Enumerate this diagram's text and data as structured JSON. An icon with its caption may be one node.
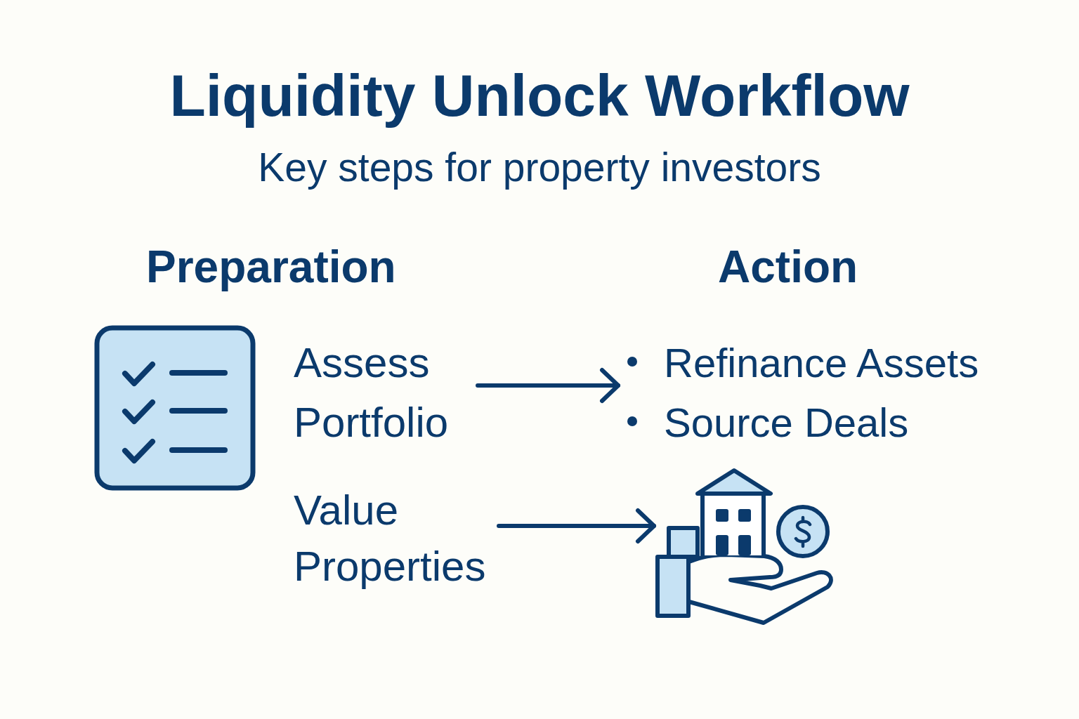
{
  "diagram": {
    "title": "Liquidity Unlock Workflow",
    "nodes": [
      {
        "text": [
          "Assess Portfolio"
        ]
      },
      {
        "text": [
          "Value Properties"
        ]
      },
      {
        "text": [
          "Refinance Assets",
          "Source Deals"
        ]
      },
      {
        "text": [],
        "shape": "picture"
      }
    ],
    "edges": [
      {
        "from": 0,
        "to": 2,
        "arrow": "to"
      },
      {
        "from": 1,
        "to": 3,
        "arrow": "to"
      }
    ],
    "labels": [
      "Key steps for property investors",
      "Preparation",
      "Action"
    ]
  }
}
